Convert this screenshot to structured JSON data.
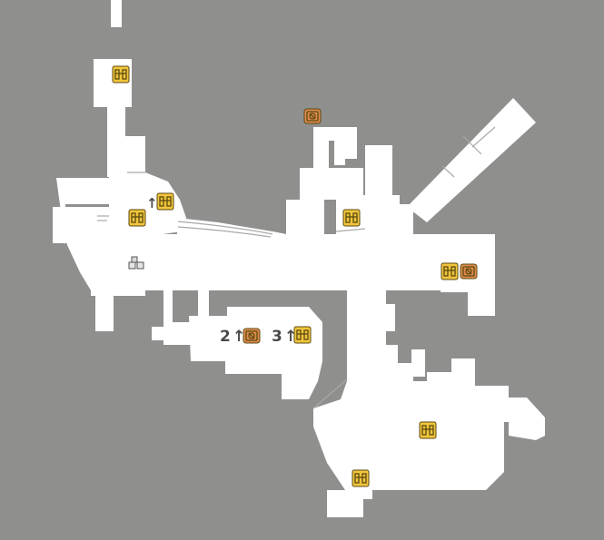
{
  "map": {
    "background_color": "#8f8f8e",
    "floor_color": "#ffffff",
    "chest_color": "#f1c53c",
    "safe_color": "#e08a4c",
    "arrow_glyph": "↑",
    "markers": [
      {
        "id": "chest-north-corridor",
        "icon": "treasure-chest-icon"
      },
      {
        "id": "chest-upper-left-level-up",
        "icon": "treasure-chest-icon",
        "level_arrow": true
      },
      {
        "id": "chest-upper-left",
        "icon": "treasure-chest-icon"
      },
      {
        "id": "safe-north-center",
        "icon": "safe-icon"
      },
      {
        "id": "chest-center-north",
        "icon": "treasure-chest-icon"
      },
      {
        "id": "chest-east",
        "icon": "treasure-chest-icon"
      },
      {
        "id": "safe-east",
        "icon": "safe-icon"
      },
      {
        "id": "safe-level-2",
        "icon": "safe-icon",
        "level_label": "2",
        "level_arrow": true
      },
      {
        "id": "chest-level-3",
        "icon": "treasure-chest-icon",
        "level_label": "3",
        "level_arrow": true
      },
      {
        "id": "chest-southeast",
        "icon": "treasure-chest-icon"
      },
      {
        "id": "chest-south",
        "icon": "treasure-chest-icon"
      },
      {
        "id": "npc-west",
        "icon": "npc-figure-icon"
      }
    ]
  }
}
